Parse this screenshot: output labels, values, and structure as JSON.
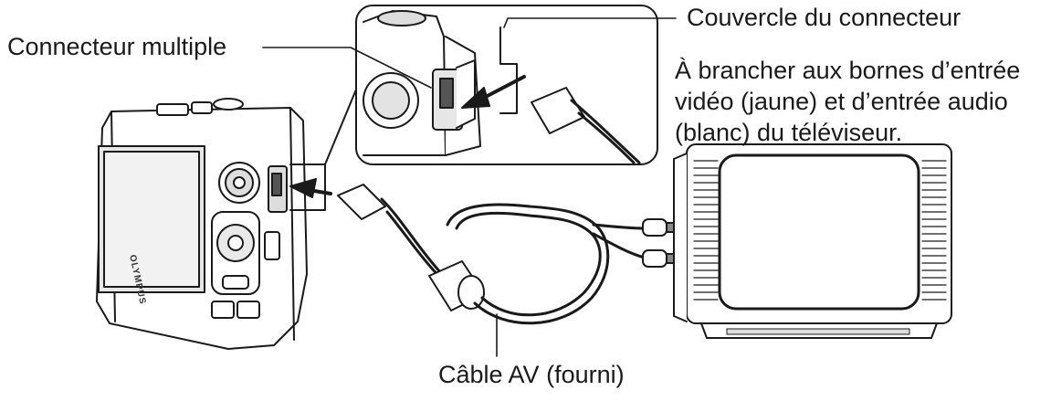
{
  "labels": {
    "multi_connector": "Connecteur multiple",
    "connector_cover": "Couvercle du connecteur",
    "tv_instruction": [
      "À brancher aux bornes d’entrée",
      "vidéo (jaune) et d’entrée audio",
      "(blanc) du téléviseur."
    ],
    "av_cable": "Câble AV (fourni)"
  },
  "camera_brand": "OLYMPUS",
  "colors": {
    "line": "#1a1a1a",
    "fill": "#ffffff",
    "shade": "#d9d9d9",
    "dark": "#555555"
  }
}
